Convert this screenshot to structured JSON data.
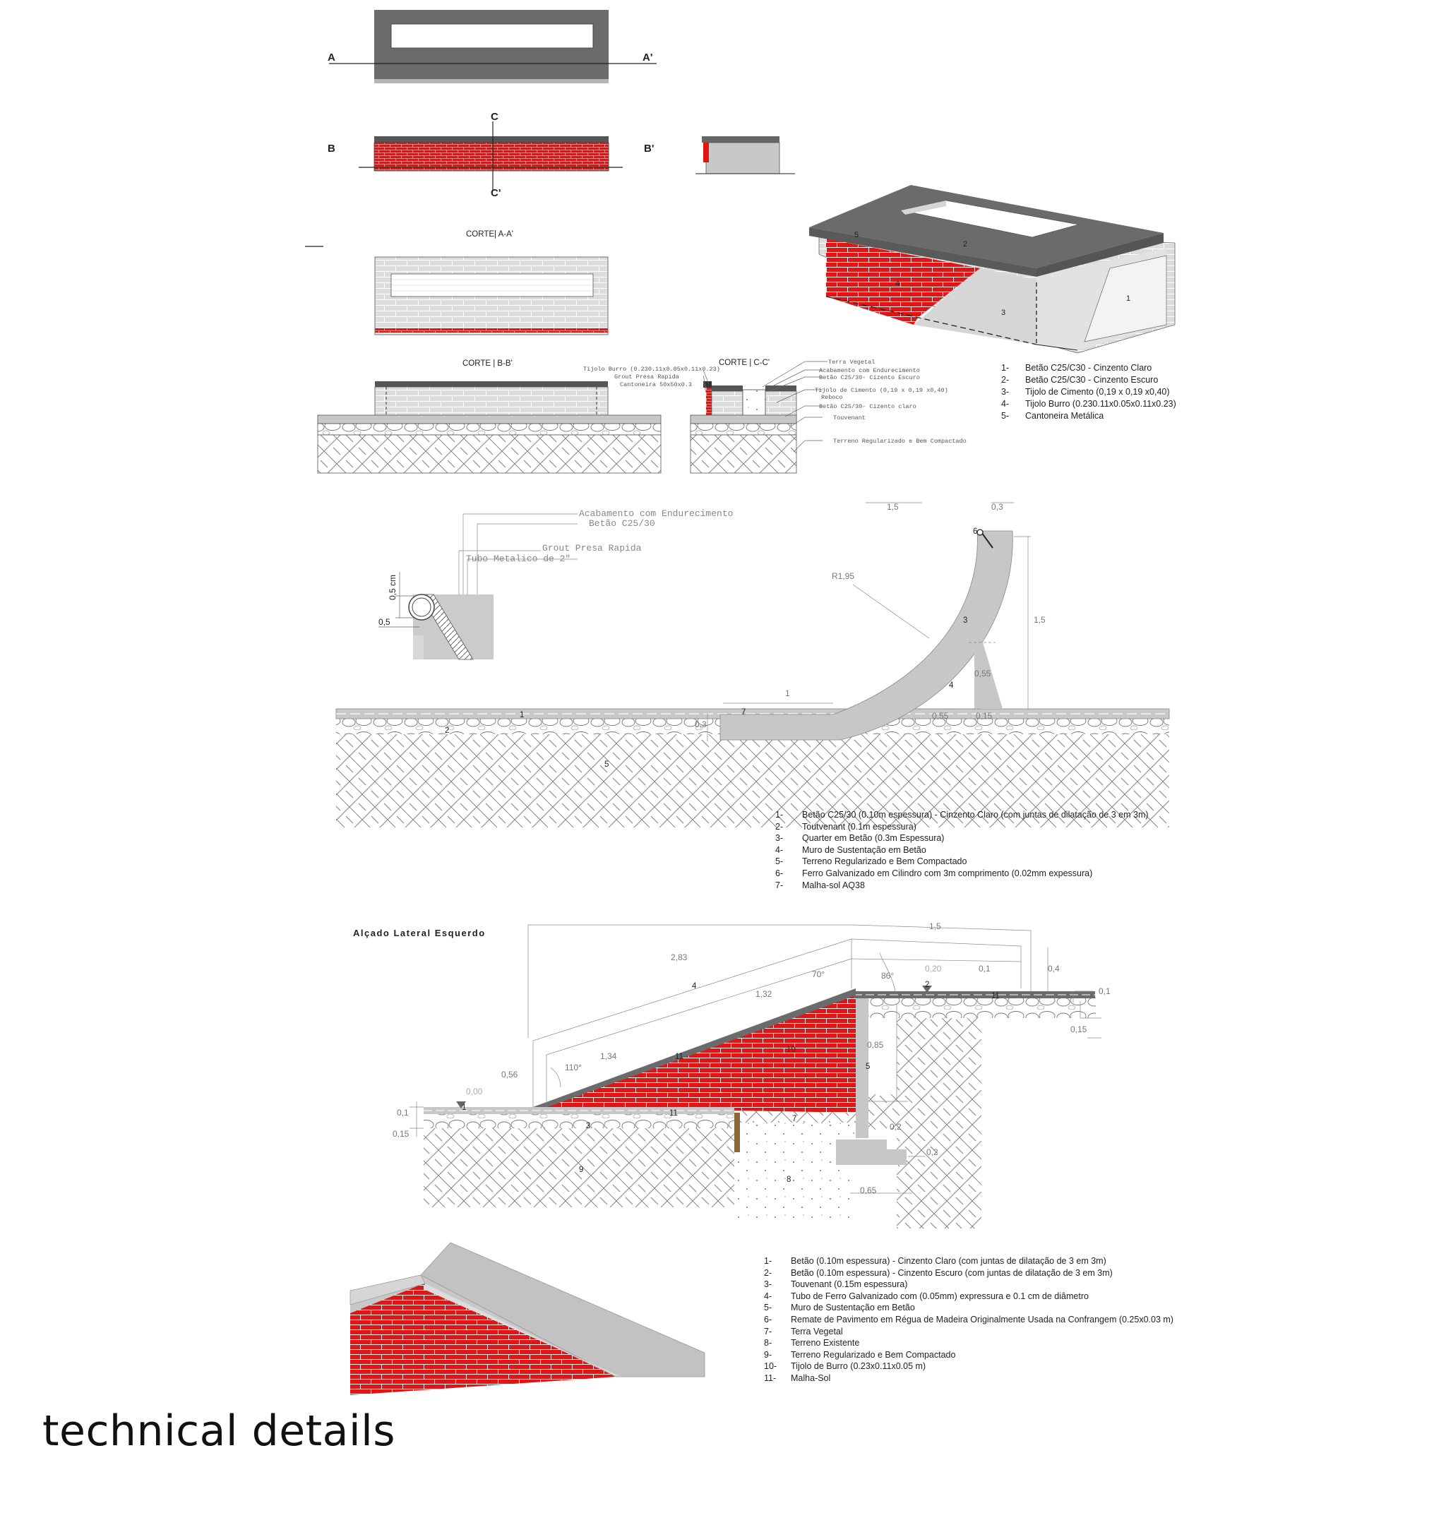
{
  "page_title": "technical details",
  "colors": {
    "brick_red": "#e01616",
    "concrete_dark": "#6b6b6b",
    "concrete_light": "#c9c9c9",
    "block_light": "#dedede"
  },
  "section_markers": {
    "a": "A",
    "a_prime": "A'",
    "b": "B",
    "b_prime": "B'",
    "c": "C",
    "c_prime": "C'"
  },
  "section_titles": {
    "aa": "CORTE| A-A'",
    "bb": "CORTE | B-B'",
    "cc": "CORTE | C-C'",
    "left_elevation": "Alçado Lateral Esquerdo"
  },
  "corte_cc_labels": {
    "left": [
      "Tijolo Burro (0.230.11x0.05x0.11x0.23)",
      "Grout Presa Rapida",
      "Cantoneira 50x50x0.3"
    ],
    "right": [
      "Terra Vegetal",
      "Acabamento com Endurecimento",
      "Betão C25/30- Cizento Escuro",
      "Tijolo de Cimento (0,19 x 0,19 x0,40)",
      "Reboco",
      "Betão C25/30- Cizento claro",
      "Touvenant",
      "Terreno Regularizado e Bem Compactado"
    ]
  },
  "bench_legend": [
    {
      "num": "1-",
      "text": "Betão C25/C30  - Cinzento Claro"
    },
    {
      "num": "2-",
      "text": "Betão C25/C30  - Cinzento Escuro"
    },
    {
      "num": "3-",
      "text": "Tijolo de Cimento (0,19 x 0,19 x0,40)"
    },
    {
      "num": "4-",
      "text": "Tijolo Burro (0.230.11x0.05x0.11x0.23)"
    },
    {
      "num": "5-",
      "text": "Cantoneira Metálica"
    }
  ],
  "iso_bench_numbers": [
    "1",
    "2",
    "3",
    "4",
    "5"
  ],
  "coping_detail_labels": [
    "Acabamento com Endurecimento",
    "Betão C25/30",
    "Grout Presa Rapida",
    "Tubo Metalico  de 2\""
  ],
  "coping_dims": [
    "0,5 cm",
    "0,5"
  ],
  "quarter_dims": [
    "1,5",
    "0,3",
    "R1,95",
    "1,5",
    "0,55",
    "1",
    "0,3",
    "0,55",
    "0,15"
  ],
  "quarter_numbers": [
    "1",
    "2",
    "3",
    "4",
    "5",
    "6",
    "7"
  ],
  "quarter_legend": [
    {
      "num": "1-",
      "text": "Betão C25/30 (0.10m espessura) - Cinzento Claro (com juntas de dilatação de 3 em 3m)"
    },
    {
      "num": "2-",
      "text": "Toutvenant (0.1m espessura)"
    },
    {
      "num": "3-",
      "text": "Quarter em Betão  (0.3m Espessura)"
    },
    {
      "num": "4-",
      "text": "Muro de Sustentação em Betão"
    },
    {
      "num": "5-",
      "text": "Terreno Regularizado e Bem Compactado"
    },
    {
      "num": "6-",
      "text": "Ferro Galvanizado em Cilindro com 3m comprimento (0.02mm expessura)"
    },
    {
      "num": "7-",
      "text": "Malha-sol AQ38"
    }
  ],
  "elevation_dims": [
    "1,5",
    "2,83",
    "0,4",
    "70°",
    "86°",
    "0,20",
    "0,1",
    "0,1",
    "1,32",
    "0,15",
    "1,34",
    "110°",
    "0,85",
    "0,56",
    "0,00",
    "0,1",
    "0,15",
    "0,2",
    "0,2",
    "0,65"
  ],
  "elevation_numbers": [
    "1",
    "2",
    "3",
    "4",
    "5",
    "7",
    "8",
    "9",
    "10",
    "11",
    "11",
    "11"
  ],
  "ramp_legend": [
    {
      "num": "1-",
      "text": "Betão (0.10m espessura) - Cinzento Claro (com juntas de dilatação de 3 em 3m)"
    },
    {
      "num": "2-",
      "text": "Betão (0.10m espessura) - Cinzento Escuro (com juntas de dilatação de 3 em 3m)"
    },
    {
      "num": "3-",
      "text": "Touvenant (0.15m espessura)"
    },
    {
      "num": "4-",
      "text": "Tubo de Ferro Galvanizado com (0.05mm) expressura e 0.1 cm de diâmetro"
    },
    {
      "num": "5-",
      "text": "Muro de Sustentação em Betão"
    },
    {
      "num": "6-",
      "text": "Remate de Pavimento em Régua de Madeira Originalmente Usada na Confrangem (0.25x0.03 m)"
    },
    {
      "num": "7-",
      "text": "Terra Vegetal"
    },
    {
      "num": "8-",
      "text": "Terreno Existente"
    },
    {
      "num": "9-",
      "text": "Terreno Regularizado e Bem Compactado"
    },
    {
      "num": "10-",
      "text": "Tijolo de Burro (0.23x0.11x0.05 m)"
    },
    {
      "num": "11-",
      "text": "Malha-Sol"
    }
  ]
}
